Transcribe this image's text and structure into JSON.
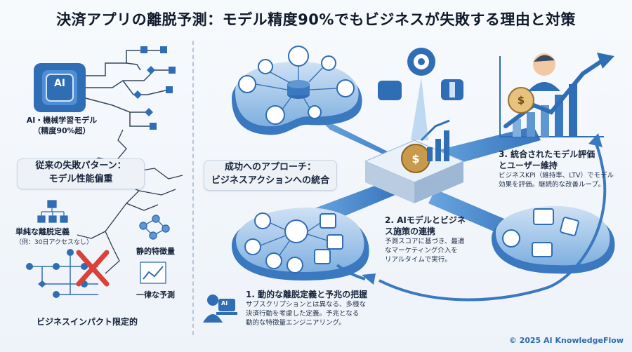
{
  "title": "決済アプリの離脱予測：モデル精度90%でもビジネスが失敗する理由と対策",
  "left": {
    "ai_icon_text": "AI",
    "ai_label_line1": "AI・機械学習モデル",
    "ai_label_line2": "（精度90%超）",
    "failure_box_line1": "従来の失敗パターン：",
    "failure_box_line2": "モデル性能偏重",
    "simple_def": "単純な離脱定義",
    "simple_def_example": "（例：30日アクセスなし）",
    "static_features": "静的特徴量",
    "uniform_prediction": "一律な予測",
    "limited_impact": "ビジネスインパクト限定的"
  },
  "right": {
    "success_box_line1": "成功へのアプローチ：",
    "success_box_line2": "ビジネスアクションへの統合",
    "step1_title": "1. 動的な離脱定義と予兆の把握",
    "step1_desc": [
      "サブスクリプションとは異なる、多様な",
      "決済行動を考慮した定義。予兆となる",
      "動的な特徴量エンジニアリング。"
    ],
    "step2_title": [
      "2. AIモデルとビジネ",
      "ス施策の連携"
    ],
    "step2_desc": [
      "予測スコアに基づき、最適",
      "なマーケティング介入を",
      "リアルタイムで実行。"
    ],
    "step3_title": [
      "3. 統合されたモデル評価",
      "とユーザー維持"
    ],
    "step3_desc": [
      "ビジネスKPI（維持率、LTV）でモデル",
      "効果を評価。継続的な改善ループ。"
    ],
    "person_ai_text": "AI",
    "hub_symbol": "$",
    "coin_symbol": "$"
  },
  "copyright": "© 2025 AI KnowledgeFlow",
  "colors": {
    "primary": "#2f6db5",
    "light_blue": "#cfe1f4",
    "mid_blue": "#5f97d2",
    "red_x": "#d9413a",
    "dark_text": "#16233a"
  }
}
